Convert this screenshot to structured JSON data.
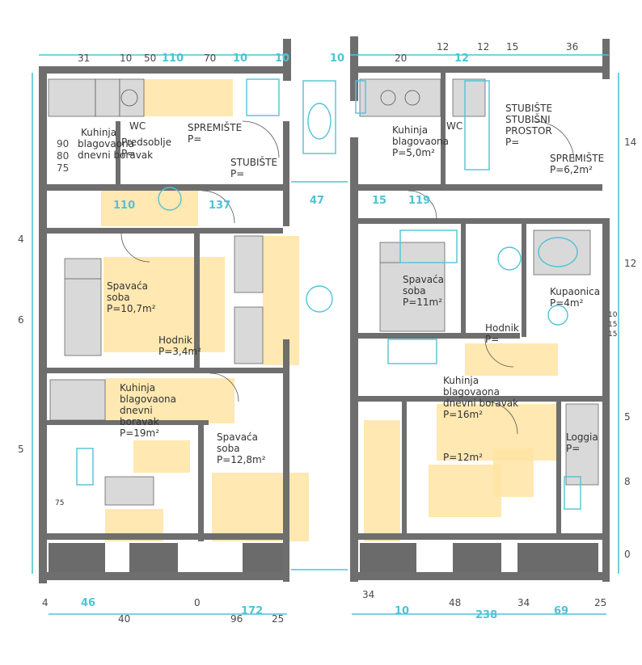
{
  "colors": {
    "accent": "#4fc3d6",
    "highlight": "#ffe4a3",
    "wall": "#6e6e6e",
    "background": "#ffffff"
  },
  "top_dims_left": [
    "31",
    "10",
    "50",
    "110",
    "70",
    "10",
    "10",
    "10"
  ],
  "top_dims_right": [
    "20",
    "12",
    "12",
    "12",
    "15",
    "36"
  ],
  "bottom_dims": [
    "4",
    "46",
    "40",
    "0",
    "96",
    "172",
    "25",
    "34",
    "10",
    "48",
    "238",
    "34",
    "69",
    "25"
  ],
  "left_dims": [
    "90",
    "80",
    "75",
    "4",
    "6",
    "5",
    "75"
  ],
  "right_dims": [
    "14",
    "12",
    "10",
    "15",
    "15",
    "5",
    "8",
    "0"
  ],
  "rooms": {
    "a1_kitchen": [
      "Kuhinja",
      "blagovaona",
      "dnevni boravak"
    ],
    "a1_entry": [
      "Predsoblje",
      "P="
    ],
    "a1_wc": [
      "WC"
    ],
    "a1_store": [
      "SPREMIŠTE",
      "P="
    ],
    "a1_pub": [
      "STUBIŠTE",
      "P="
    ],
    "a1_bed1": [
      "Spavaća",
      "soba",
      "P=10,7m²"
    ],
    "a1_hall": [
      "Hodnik",
      "P=3,4m²"
    ],
    "a1_living": [
      "Kuhinja",
      "blagovaona",
      "dnevni",
      "boravak",
      "P=19m²"
    ],
    "a1_bed2": [
      "Spavaća",
      "soba",
      "P=12,8m²"
    ],
    "a2_kitchen": [
      "Kuhinja",
      "blagovaona",
      "P=5,0m²"
    ],
    "a2_wc": [
      "WC"
    ],
    "a2_stairs": [
      "STUBIŠTE",
      "STUBIŠNI",
      "PROSTOR",
      "P="
    ],
    "a2_store": [
      "SPREMIŠTE",
      "P=6,2m²"
    ],
    "a2_bed": [
      "Spavaća",
      "soba",
      "P=11m²"
    ],
    "a2_bath": [
      "Kupaonica",
      "P=4m²"
    ],
    "a2_hall": [
      "Hodnik",
      "P="
    ],
    "a2_living": [
      "Kuhinja",
      "blagovaona",
      "dnevni boravak",
      "P=16m²",
      "P=12m²"
    ],
    "a2_terrace": [
      "Loggia",
      "P="
    ]
  },
  "marks": [
    "110",
    "137",
    "47",
    "15",
    "119",
    "96",
    "172",
    "238",
    "69"
  ]
}
